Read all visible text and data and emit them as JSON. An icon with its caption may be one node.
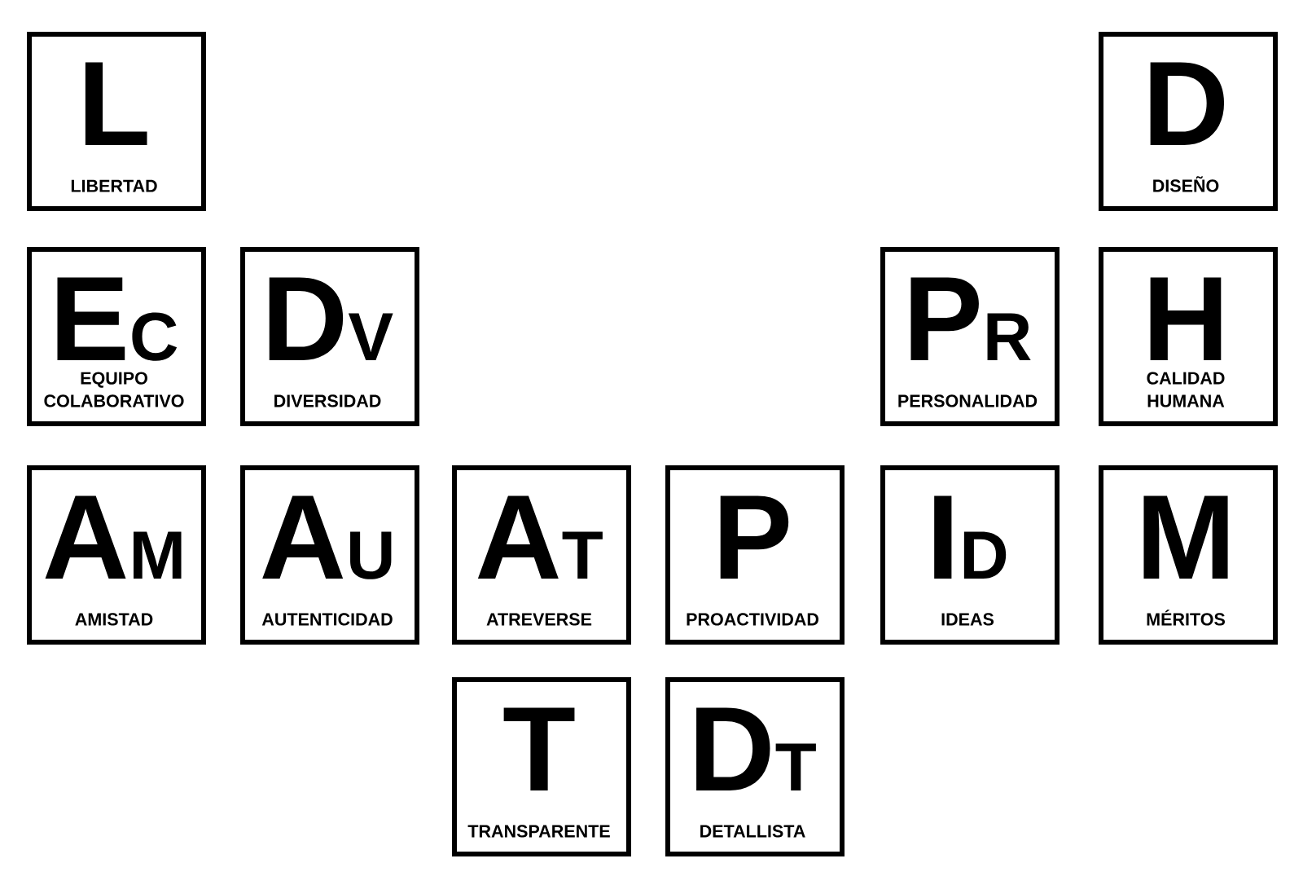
{
  "diagram": {
    "nodes": [
      {
        "text": [
          "L",
          "LIBERTAD"
        ]
      },
      {
        "text": [
          "D",
          "DISEÑO"
        ]
      },
      {
        "text": [
          "E",
          "C",
          "EQUIPO COLABORATIVO"
        ]
      },
      {
        "text": [
          "D",
          "V",
          "DIVERSIDAD"
        ]
      },
      {
        "text": [
          "P",
          "R",
          "PERSONALIDAD"
        ]
      },
      {
        "text": [
          "H",
          "CALIDAD HUMANA"
        ]
      },
      {
        "text": [
          "A",
          "M",
          "AMISTAD"
        ]
      },
      {
        "text": [
          "A",
          "U",
          "AUTENTICIDAD"
        ]
      },
      {
        "text": [
          "A",
          "T",
          "ATREVERSE"
        ]
      },
      {
        "text": [
          "P",
          "PROACTIVIDAD"
        ]
      },
      {
        "text": [
          "I",
          "D",
          "IDEAS"
        ]
      },
      {
        "text": [
          "M",
          "MÉRITOS"
        ]
      },
      {
        "text": [
          "T",
          "TRANSPARENTE"
        ]
      },
      {
        "text": [
          "D",
          "T",
          "DETALLISTA"
        ]
      }
    ]
  }
}
